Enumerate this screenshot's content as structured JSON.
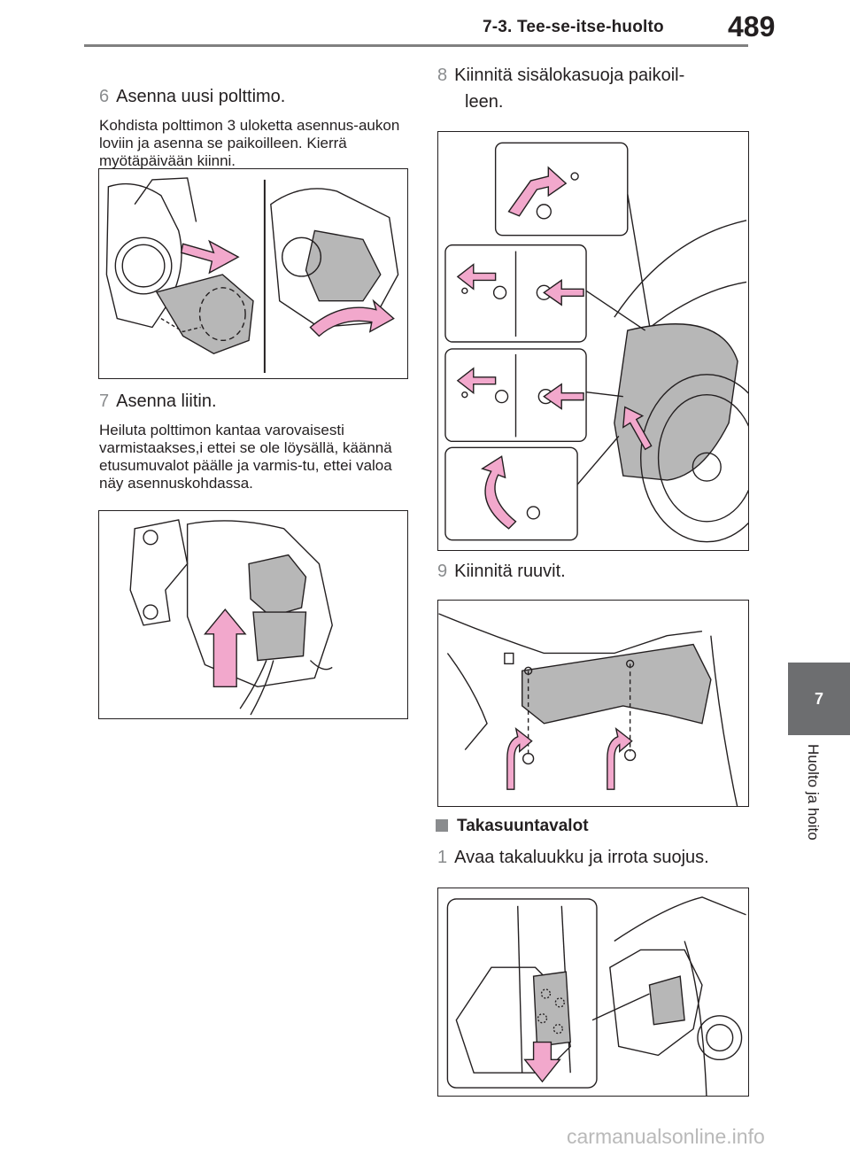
{
  "header": {
    "section": "7-3. Tee-se-itse-huolto",
    "page_number": "489"
  },
  "side_tab": {
    "chapter": "7",
    "label": "Huolto ja hoito"
  },
  "left_column": {
    "step6": {
      "num": "6",
      "title": "Asenna uusi polttimo.",
      "body": "Kohdista polttimon 3 uloketta asennus-aukon loviin ja asenna se paikoilleen. Kierrä myötäpäivään kiinni."
    },
    "step7": {
      "num": "7",
      "title": "Asenna liitin.",
      "body": "Heiluta polttimon kantaa varovaisesti varmistaakses,i ettei se ole löysällä, käännä etusumuvalot päälle ja varmis-tu, ettei valoa näy asennuskohdassa."
    }
  },
  "right_column": {
    "step8": {
      "num": "8",
      "title_line1": "Kiinnitä sisälokasuoja paikoil-",
      "title_line2": "leen."
    },
    "step9": {
      "num": "9",
      "title": "Kiinnitä ruuvit."
    },
    "section_title": "Takasuuntavalot",
    "step1": {
      "num": "1",
      "title": "Avaa takaluukku ja irrota suojus."
    }
  },
  "colors": {
    "arrow_pink": "#f2a8cc",
    "arrow_stroke": "#231f20",
    "part_grey": "#b7b7b7",
    "tab_grey": "#6d6e70"
  },
  "watermark": "carmanualsonline.info"
}
